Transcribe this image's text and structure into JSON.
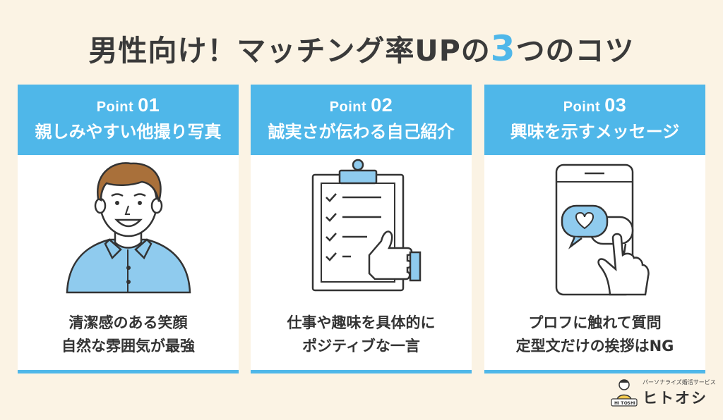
{
  "title": {
    "main": "男性向け！マッチング率UPの",
    "accent": "3",
    "tail": "つのコツ"
  },
  "cards": [
    {
      "point_word": "Point",
      "point_num": "01",
      "heading": "親しみやすい他撮り写真",
      "line1": "清潔感のある笑顔",
      "line2": "自然な雰囲気が最強",
      "illustration": "smiling-man"
    },
    {
      "point_word": "Point",
      "point_num": "02",
      "heading": "誠実さが伝わる自己紹介",
      "line1": "仕事や趣味を具体的に",
      "line2": "ポジティブな一言",
      "illustration": "clipboard-thumbs-up"
    },
    {
      "point_word": "Point",
      "point_num": "03",
      "heading": "興味を示すメッセージ",
      "line1": "プロフに触れて質問",
      "line2": "定型文だけの挨拶はNG",
      "illustration": "phone-heart-message"
    }
  ],
  "brand": {
    "tagline": "パーソナライズ婚活サービス",
    "name": "ヒトオシ",
    "logo_letters": [
      "H",
      "I",
      "T",
      "O",
      "S",
      "H",
      "I"
    ]
  },
  "colors": {
    "accent": "#4fb7e9",
    "background": "#fbf3e4",
    "card": "#ffffff",
    "text": "#333333"
  }
}
